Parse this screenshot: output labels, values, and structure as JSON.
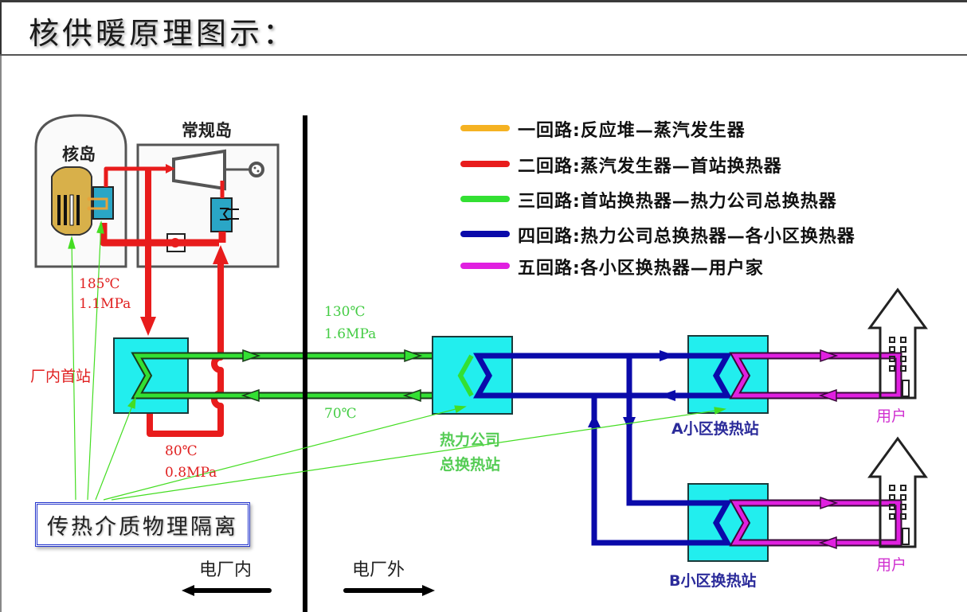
{
  "title": "核供暖原理图示：",
  "legend": [
    {
      "label": "一回路:反应堆—蒸汽发生器",
      "color": "#f5b222"
    },
    {
      "label": "二回路:蒸汽发生器—首站换热器",
      "color": "#e81c1c"
    },
    {
      "label": "三回路:首站换热器—热力公司总换热器",
      "color": "#33e033"
    },
    {
      "label": "四回路:热力公司总换热器—各小区换热器",
      "color": "#0a0aaa"
    },
    {
      "label": "五回路:各小区换热器—用户家",
      "color": "#e020e0"
    }
  ],
  "zones": {
    "nuclear_island": "核岛",
    "conventional_island": "常规岛",
    "inside_plant": "电厂内",
    "outside_plant": "电厂外"
  },
  "loop2": {
    "supply_temp": "185℃",
    "supply_pressure": "1.1MPa",
    "return_temp": "80℃",
    "return_pressure": "0.8MPa"
  },
  "loop3": {
    "supply_temp": "130℃",
    "supply_pressure": "1.6MPa",
    "return_temp": "70℃"
  },
  "stations": {
    "first_station": "厂内首站",
    "heat_company_line1": "热力公司",
    "heat_company_line2": "总换热站",
    "station_a": "A小区换热站",
    "station_b": "B小区换热站",
    "user_a": "用户",
    "user_b": "用户"
  },
  "isolation_note": "传热介质物理隔离",
  "colors": {
    "loop1": "#f5b222",
    "loop2": "#e81c1c",
    "loop3": "#33e033",
    "loop4": "#0a0aaa",
    "loop5": "#e020e0",
    "exchanger": "#22eeee",
    "annotation": "#44dd22"
  }
}
